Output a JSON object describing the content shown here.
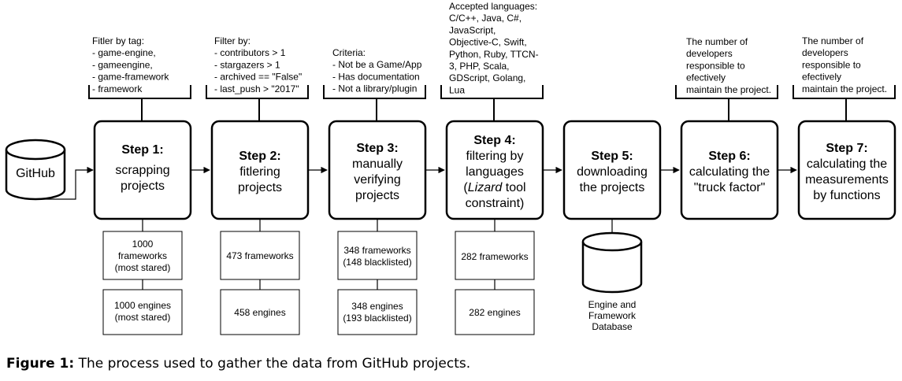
{
  "source": {
    "label": "GitHub"
  },
  "steps": [
    {
      "title": "Step 1:",
      "desc": [
        "scrapping",
        "projects"
      ]
    },
    {
      "title": "Step 2:",
      "desc": [
        "fitlering",
        "projects"
      ]
    },
    {
      "title": "Step 3:",
      "desc": [
        "manually",
        "verifying",
        "projects"
      ]
    },
    {
      "title": "Step 4:",
      "desc": [
        "filtering by",
        "languages",
        "(Lizard tool",
        "constraint)"
      ]
    },
    {
      "title": "Step 5:",
      "desc": [
        "downloading",
        "the projects"
      ]
    },
    {
      "title": "Step 6:",
      "desc": [
        "calculating the",
        "\"truck factor\""
      ]
    },
    {
      "title": "Step 7:",
      "desc": [
        "calculating the",
        "measurements",
        "by functions"
      ]
    }
  ],
  "notes": [
    [
      "Fitler by tag:",
      "- game-engine,",
      "- gameengine,",
      "- game-framework",
      "- framework"
    ],
    [
      "Filter by:",
      "- contributors > 1",
      "- stargazers > 1",
      "- archived == \"False\"",
      "- last_push > \"2017\""
    ],
    [
      "Criteria:",
      "- Not be a Game/App",
      "- Has documentation",
      "- Not a library/plugin"
    ],
    [
      "Accepted languages:",
      "C/C++, Java, C#,",
      "JavaScript,",
      "Objective-C, Swift,",
      "Python, Ruby, TTCN-",
      "3, PHP, Scala,",
      "GDScript, Golang,",
      "Lua"
    ],
    [],
    [
      "The number of",
      "developers",
      "responsible to",
      "efectively",
      "maintain the project."
    ],
    [
      "The number of",
      "developers",
      "responsible to",
      "efectively",
      "maintain the project."
    ]
  ],
  "counts": [
    {
      "frameworks": [
        "1000",
        "frameworks",
        "(most stared)"
      ],
      "engines": [
        "1000 engines",
        "(most stared)"
      ]
    },
    {
      "frameworks": [
        "473 frameworks"
      ],
      "engines": [
        "458 engines"
      ]
    },
    {
      "frameworks": [
        "348 frameworks",
        "(148 blacklisted)"
      ],
      "engines": [
        "348 engines",
        "(193 blacklisted)"
      ]
    },
    {
      "frameworks": [
        "282 frameworks"
      ],
      "engines": [
        "282 engines"
      ]
    }
  ],
  "database": {
    "label": [
      "Engine and",
      "Framework",
      "Database"
    ]
  },
  "caption": {
    "label": "Figure 1:",
    "text": "The process used to gather the data from GitHub projects."
  }
}
